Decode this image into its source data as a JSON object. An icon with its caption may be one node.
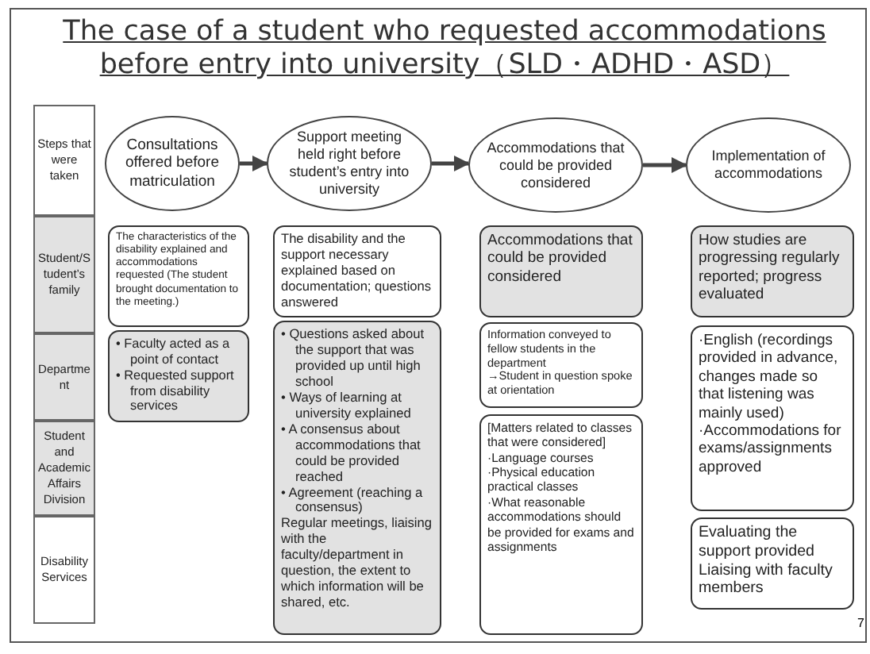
{
  "diagram": {
    "title": "The case of a student who requested accommodations before entry into university（SLD・ADHD・ASD）",
    "nodes": [
      {
        "text": [
          "Steps that were taken"
        ]
      },
      {
        "text": [
          "Student/Student’s family"
        ]
      },
      {
        "text": [
          "Department"
        ]
      },
      {
        "text": [
          "Student and Academic Affairs Division"
        ]
      },
      {
        "text": [
          "Disability Services"
        ]
      },
      {
        "text": [
          "Consultations offered before matriculation"
        ]
      },
      {
        "text": [
          "Support meeting held right before student’s entry into university"
        ]
      },
      {
        "text": [
          "Accommodations that could be provided considered"
        ]
      },
      {
        "text": [
          "Implementation of accommodations"
        ]
      },
      {
        "text": [
          "The characteristics of the disability explained and accommodations requested (The student brought documentation to the meeting.)"
        ]
      },
      {
        "text": [
          "• Faculty acted as a point of contact",
          "• Requested support from disability services"
        ]
      },
      {
        "text": [
          "The disability and the support necessary explained based on documentation; questions answered"
        ]
      },
      {
        "text": [
          "• Questions asked about the support that was provided up until high school",
          "• Ways of learning at university explained",
          "• A consensus about accommodations that could be provided reached",
          "• Agreement (reaching a consensus)",
          "Regular meetings, liaising with the faculty/department  in question, the extent to which information will be shared, etc."
        ]
      },
      {
        "text": [
          "Accommodations that could be provided considered"
        ]
      },
      {
        "text": [
          "Information conveyed to fellow students in the department",
          "→Student in question spoke at orientation"
        ]
      },
      {
        "text": [
          "[Matters related to classes that were considered]",
          "·Language courses",
          "·Physical education practical classes",
          "·What reasonable accommodations should be provided for exams and assignments"
        ]
      },
      {
        "text": [
          "How studies are progressing regularly reported; progress evaluated"
        ]
      },
      {
        "text": [
          "·English (recordings provided in advance, changes made so that listening was mainly used)",
          "·Accommodations for exams/assignments approved"
        ]
      },
      {
        "text": [
          "Evaluating the support provided",
          "Liaising with faculty members"
        ]
      }
    ],
    "edges": [
      {
        "from": 5,
        "to": 6,
        "arrow": "to"
      },
      {
        "from": 6,
        "to": 7,
        "arrow": "to"
      },
      {
        "from": 7,
        "to": 8,
        "arrow": "to"
      }
    ],
    "labels": [
      "7"
    ]
  }
}
